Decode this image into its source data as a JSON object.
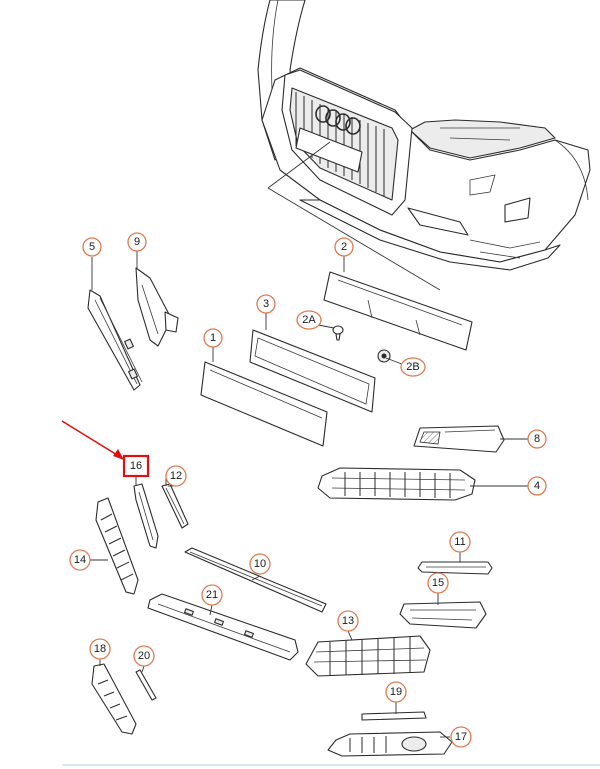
{
  "diagram": {
    "colors": {
      "callout_ring": "#e07a4e",
      "highlight_box": "#e01010",
      "arrow": "#e01010",
      "line": "#2b2b2b"
    },
    "callouts": [
      {
        "id": "c1",
        "label": "1"
      },
      {
        "id": "c2",
        "label": "2"
      },
      {
        "id": "c2a",
        "label": "2A"
      },
      {
        "id": "c2b",
        "label": "2B"
      },
      {
        "id": "c3",
        "label": "3"
      },
      {
        "id": "c4",
        "label": "4"
      },
      {
        "id": "c5",
        "label": "5"
      },
      {
        "id": "c8",
        "label": "8"
      },
      {
        "id": "c9",
        "label": "9"
      },
      {
        "id": "c10",
        "label": "10"
      },
      {
        "id": "c11",
        "label": "11"
      },
      {
        "id": "c12",
        "label": "12"
      },
      {
        "id": "c13",
        "label": "13"
      },
      {
        "id": "c14",
        "label": "14"
      },
      {
        "id": "c15",
        "label": "15"
      },
      {
        "id": "c17",
        "label": "17"
      },
      {
        "id": "c18",
        "label": "18"
      },
      {
        "id": "c19",
        "label": "19"
      },
      {
        "id": "c20",
        "label": "20"
      },
      {
        "id": "c21",
        "label": "21"
      }
    ],
    "highlighted": {
      "label": "16"
    }
  }
}
